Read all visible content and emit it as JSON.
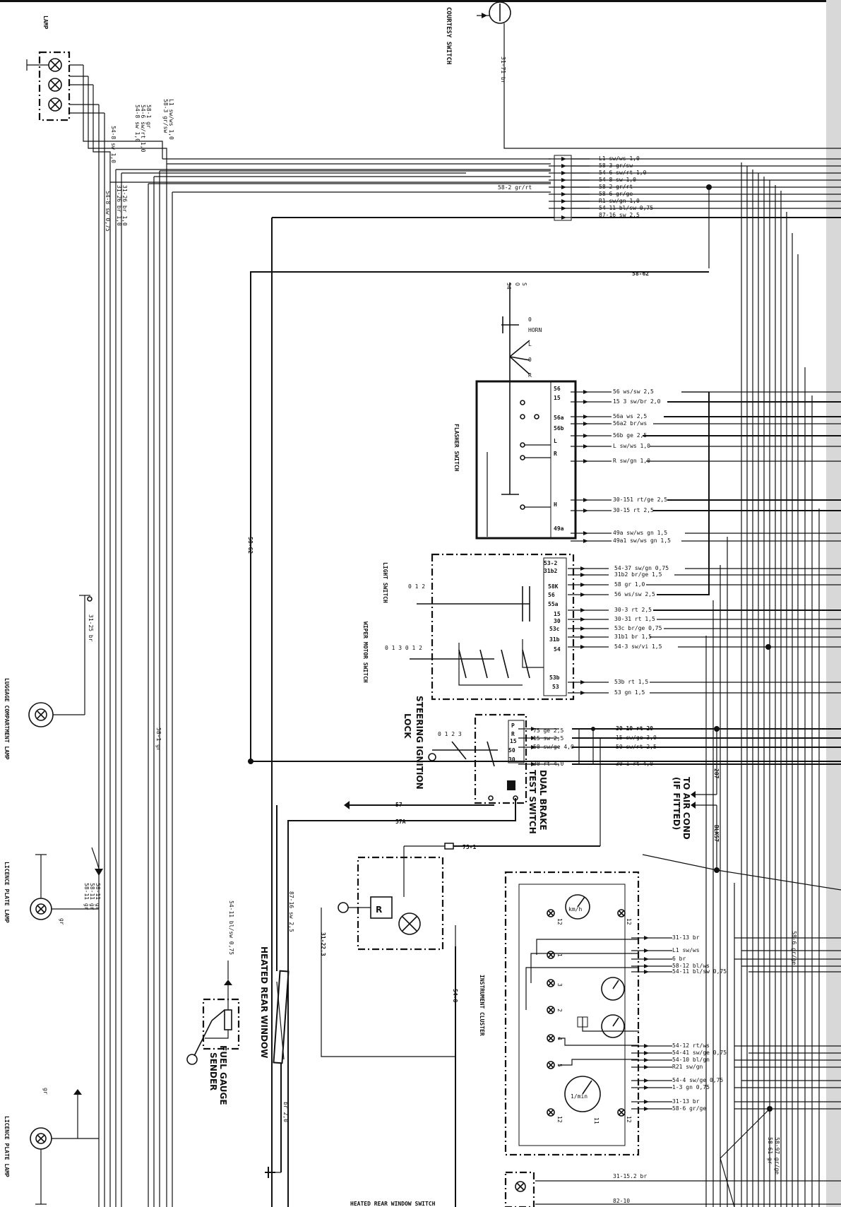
{
  "components": {
    "lamp_top": "LAMP",
    "courtesy_switch": "COURTESY SWITCH",
    "flasher_switch": "FLASHER SWITCH",
    "light_switch": "LIGHT SWITCH",
    "wiper_motor_switch": "WIPER MOTOR SWITCH",
    "steering_lock_1": "STEERING IGNITION",
    "steering_lock_2": "LOCK",
    "dual_brake_1": "DUAL BRAKE",
    "dual_brake_2": "TEST SWITCH",
    "air_cond_1": "TO AIR COND",
    "air_cond_2": "(IF FITTED)",
    "instrument_cluster": "INSTRUMENT CLUSTER",
    "heated_rear_window": "HEATED REAR WINDOW",
    "fuel_gauge_1": "FUEL GAUGE",
    "fuel_gauge_2": "SENDER",
    "luggage_lamp": "LUGGAGE COMPARTMENT LAMP",
    "licence_lamp_1": "LICENCE PLATE LAMP",
    "licence_lamp_2": "LICENCE PLATE LAMP",
    "heated_switch_bottom": "HEATED REAR WINDOW SWITCH"
  },
  "wire_bundle_top": [
    "L1 sw/ws 1,0",
    "58-3 gr/sw",
    "54-6 sw/rt 1,0",
    "54-8 sw 1,0",
    "58-2 gr/rt",
    "58-6 gr/ge",
    "R1 sw/gn 1,0",
    "54-11 bl/sw 0,75",
    "87-16 sw 2,5"
  ],
  "wire_58_2_mid": "58-2 gr/rt",
  "wire_58_62": "58-62",
  "wire_31_71": "31-71 br",
  "flasher_wires": [
    "56 ws/sw 2,5",
    "15 3 sw/br 2,0",
    "56a ws 2,5",
    "56a2 br/ws",
    "56b ge 2,5",
    "L sw/ws 1,0",
    "R sw/gn 1,0",
    "30-151 rt/ge 2,5",
    "30-15 rt 2,5",
    "49a sw/ws gn 1,5",
    "49a1 sw/ws gn 1,5"
  ],
  "flasher_pins": [
    "56",
    "15",
    "56a",
    "56b",
    "L",
    "R",
    "H",
    "49a"
  ],
  "horn_labels": [
    "S",
    "O",
    "54",
    "0",
    "HORN",
    "L",
    "0",
    "R"
  ],
  "light_wires": [
    "54-37 sw/gn 0,75",
    "31b2 br/ge 1,5",
    "58 gr 1,0",
    "56 ws/sw 2,5",
    "30-3 rt 2,5",
    "30-31 rt 1,5",
    "53c br/ge 0,75",
    "31b1 br 1,5",
    "54-3 sw/vi 1,5",
    "53b rt 1,5",
    "53 gn 1,5"
  ],
  "light_pins": [
    "53-2",
    "31b2",
    "58K",
    "56",
    "55a",
    "15",
    "30",
    "53c",
    "31b",
    "54",
    "53b",
    "53"
  ],
  "light_positions": "0 1 2",
  "wiper_positions": "0 1 3 0 1 2",
  "ignition_wires": [
    "75 ge 2,5",
    "15 sw 2,5",
    "50 sw/ge 4,0",
    "30 rt 4,0"
  ],
  "ignition_right_wires": [
    "30-10 rt 20",
    "15 sw/ge 3,0",
    "50 sw/rt 2,5",
    "30-1 rt 4,0"
  ],
  "ignition_pins": [
    "P",
    "R",
    "15",
    "50",
    "30"
  ],
  "ignition_positions": "0 1 2 3",
  "wire_57": "57",
  "wire_57A": "57A",
  "wire_287": "287",
  "wire_blk57": "BLK57",
  "wire_75_1": "75-1",
  "wire_31_22_3": "31-22.3",
  "wire_54_8": "54-8",
  "wire_87_16": "87-16 sw 2,5",
  "wire_br_2": "br 2,0",
  "wire_54_11": "54-11 bl/sw 0,75",
  "cluster_wires_top": [
    "31-13 br",
    "L1 sw/ws",
    "6 br",
    "58-12 bl/ws",
    "54-11 bl/sw 0,75"
  ],
  "cluster_wires_bottom": [
    "54-12 rt/ws",
    "54-41 sw/ge 0,75",
    "54-10 bl/gn",
    "R21 sw/gn",
    "54-4 sw/ge 0,75",
    "1-3 gn 0,75",
    "31-13 br",
    "58-6 gr/ge"
  ],
  "cluster_units": [
    "km/h",
    "1/min"
  ],
  "cluster_numbers": [
    "12",
    "12",
    "1",
    "3",
    "2",
    "4",
    "5",
    "12",
    "12",
    "11"
  ],
  "wire_58_6": "58-6 gr/ge",
  "wire_58_9": "58-97 gr/ge",
  "wire_58_61": "58-61 gr",
  "wire_31_152": "31-15.2 br",
  "wire_82_10": "82-10",
  "left_vertical": [
    "L1 sw/ws 1,0",
    "58-3 gr/sw",
    "58-1 gr",
    "54-6 sw/rt 1,0",
    "54-8 sw 1,0",
    "54-8 sw 1,0",
    "31-26 br 1,0",
    "31-26 br 1,0",
    "54-8 sw 0,75"
  ],
  "wire_31_25": "31-25 br",
  "wire_58_1": "58-1 gr",
  "licence_wires": [
    "58-11 gr",
    "58-11 gr",
    "58-11 gr"
  ],
  "lamp_gr": "gr"
}
